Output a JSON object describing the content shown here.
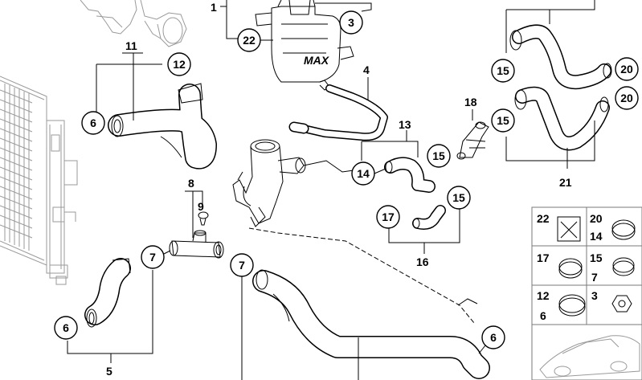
{
  "callouts": {
    "c3": "3",
    "c22": "22",
    "c12": "12",
    "c6_upper": "6",
    "c15_a": "15",
    "c20_a": "20",
    "c15_b": "15",
    "c20_b": "20",
    "c15_c": "15",
    "c14": "14",
    "c15_d": "15",
    "c17": "17",
    "c7_left": "7",
    "c7_mid": "7",
    "c6_left": "6",
    "c6_right": "6"
  },
  "labels": {
    "l1": "1",
    "l11": "11",
    "l4": "4",
    "l18": "18",
    "l13": "13",
    "l8": "8",
    "l9": "9",
    "l16": "16",
    "l5": "5",
    "l21": "21",
    "max": "MAX"
  },
  "legend": {
    "r1_left_a": "22",
    "r1_right_a": "20",
    "r1_right_b": "14",
    "r2_left_a": "17",
    "r2_right_a": "15",
    "r2_right_b": "7",
    "r3_left_a": "12",
    "r3_left_b": "6",
    "r3_right_a": "3"
  }
}
